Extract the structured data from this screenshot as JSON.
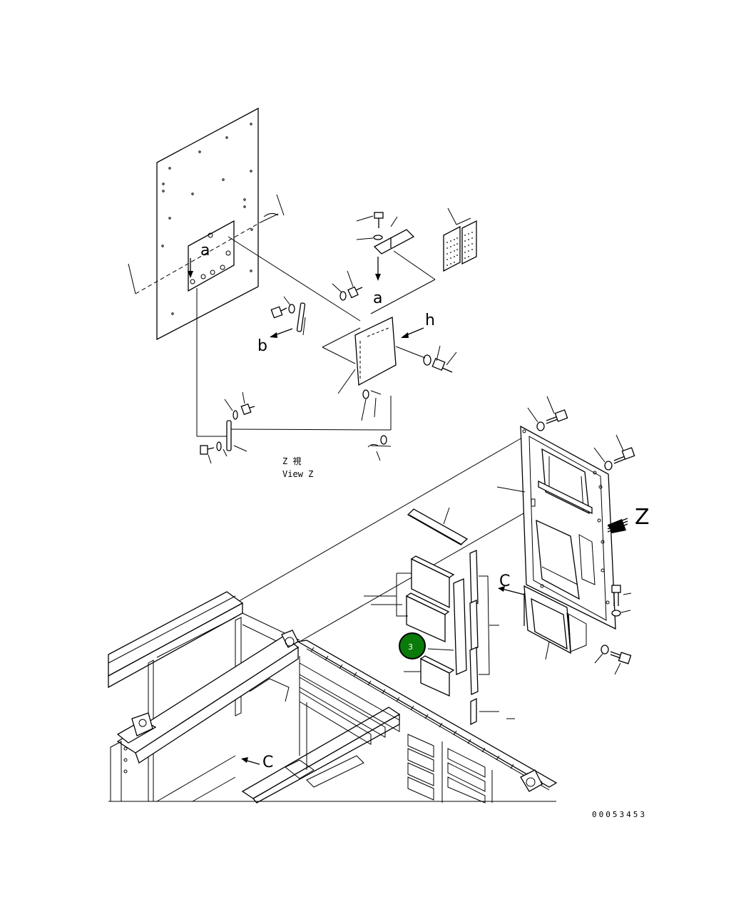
{
  "labels": {
    "a_upper": "a",
    "a_lower": "a",
    "b": "b",
    "h": "h",
    "view_z_jp": "Z 視",
    "view_z_en": "View Z",
    "z_arrow": "Z",
    "c_upper": "C",
    "c_lower": "C",
    "drawing_number": "00053453"
  },
  "callouts": [
    {
      "number": "3",
      "color": "#0a7a0a"
    }
  ],
  "icons": [
    "arrow-z-icon",
    "callout-marker-icon"
  ]
}
